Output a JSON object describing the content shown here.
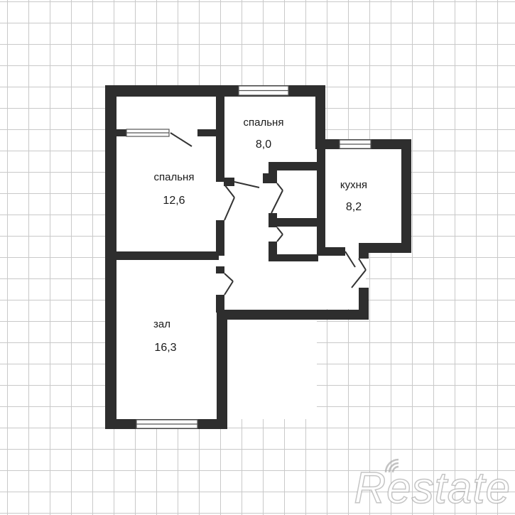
{
  "rooms": {
    "bedroom_large": {
      "name": "спальня",
      "area": "12,6"
    },
    "bedroom_small": {
      "name": "спальня",
      "area": "8,0"
    },
    "kitchen": {
      "name": "кухня",
      "area": "8,2"
    },
    "hall": {
      "name": "зал",
      "area": "16,3"
    }
  },
  "watermark": {
    "text": "Restate"
  },
  "colors": {
    "wall": "#2e2e2e",
    "grid": "#c9c9c9",
    "background": "#ffffff"
  }
}
